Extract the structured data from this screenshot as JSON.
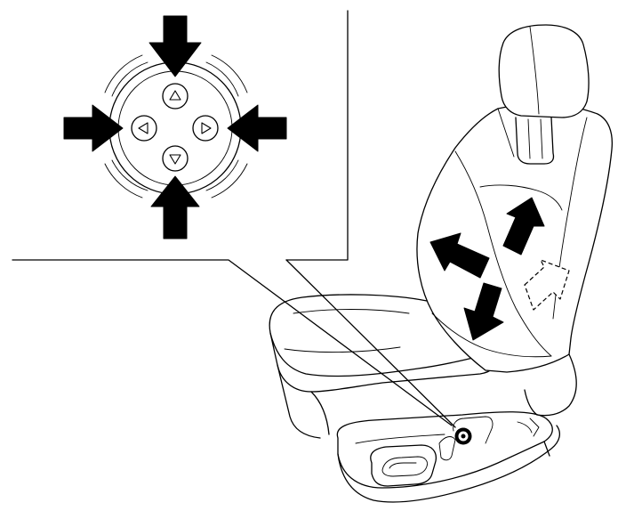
{
  "diagram": {
    "subject": "power-seat-lumbar-support-adjustment",
    "colors": {
      "line": "#000000",
      "background": "#ffffff",
      "arrow_fill": "#000000"
    },
    "switch_directions": [
      "up",
      "down",
      "left",
      "right"
    ],
    "seat_arrow_directions": [
      "forward",
      "up",
      "down",
      "rearward"
    ],
    "dashed_arrow": "rearward-hidden"
  }
}
